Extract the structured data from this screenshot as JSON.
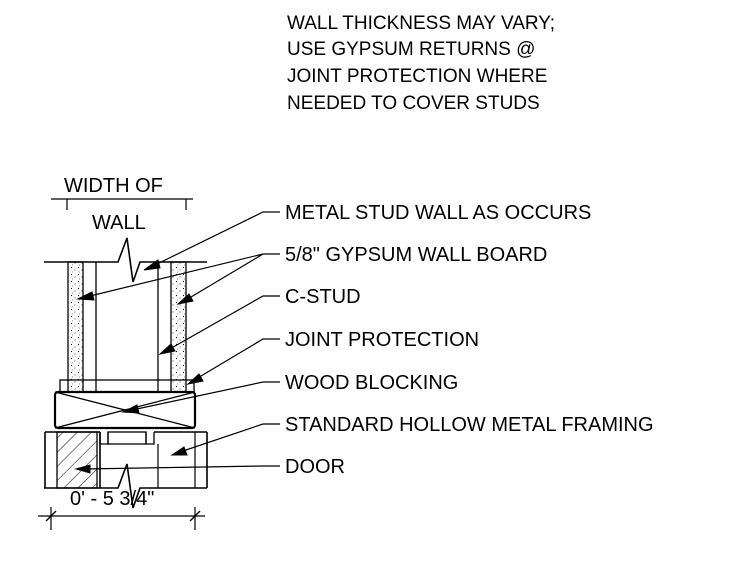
{
  "note": {
    "lines": [
      "WALL THICKNESS MAY VARY;",
      "USE GYPSUM RETURNS @",
      "JOINT PROTECTION WHERE",
      "NEEDED TO COVER STUDS"
    ]
  },
  "dimensions": {
    "top_line1": "WIDTH OF",
    "top_line2": "WALL",
    "bottom": "0' - 5 3/4\""
  },
  "callouts": [
    "METAL STUD WALL AS OCCURS",
    "5/8\" GYPSUM WALL BOARD",
    "C-STUD",
    "JOINT PROTECTION",
    "WOOD BLOCKING",
    "STANDARD HOLLOW METAL FRAMING",
    "DOOR"
  ]
}
